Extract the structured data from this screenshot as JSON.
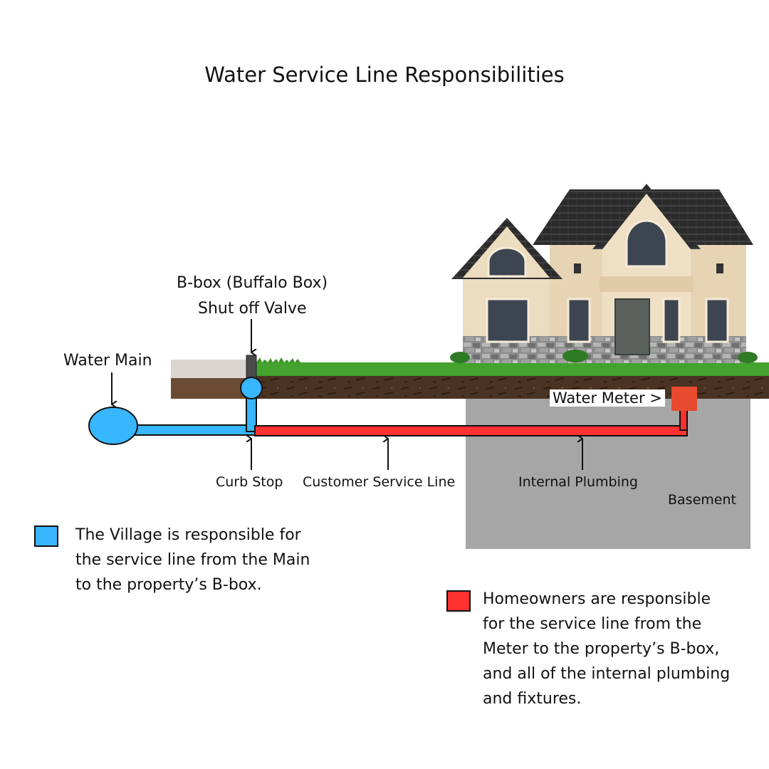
{
  "title": "Water Service Line Responsibilities",
  "labels": {
    "bbox_line1": "B-box (Buffalo Box)",
    "bbox_line2": "Shut off Valve",
    "water_main": "Water Main",
    "water_meter": "Water Meter >",
    "curb_stop": "Curb Stop",
    "customer_service_line": "Customer Service Line",
    "internal_plumbing": "Internal Plumbing",
    "basement": "Basement"
  },
  "legend": {
    "village": {
      "color": "#38b6ff",
      "line1": "The Village is responsible for",
      "line2": "the service line from the Main",
      "line3": "to the property’s B-box."
    },
    "homeowner": {
      "color": "#ff3131",
      "line1": "Homeowners are responsible",
      "line2": "for the service line from the",
      "line3": "Meter to the property’s B-box,",
      "line4": "and all of the internal plumbing",
      "line5": "and fixtures."
    }
  },
  "colors": {
    "village_pipe": "#38b6ff",
    "homeowner_pipe": "#ff3131",
    "meter": "#e84a2f",
    "basement": "#a6a6a6",
    "soil": "#5a3d24",
    "grass": "#3f9e2c",
    "house_wall": "#ecdcc0",
    "roof": "#2f2f2f"
  }
}
